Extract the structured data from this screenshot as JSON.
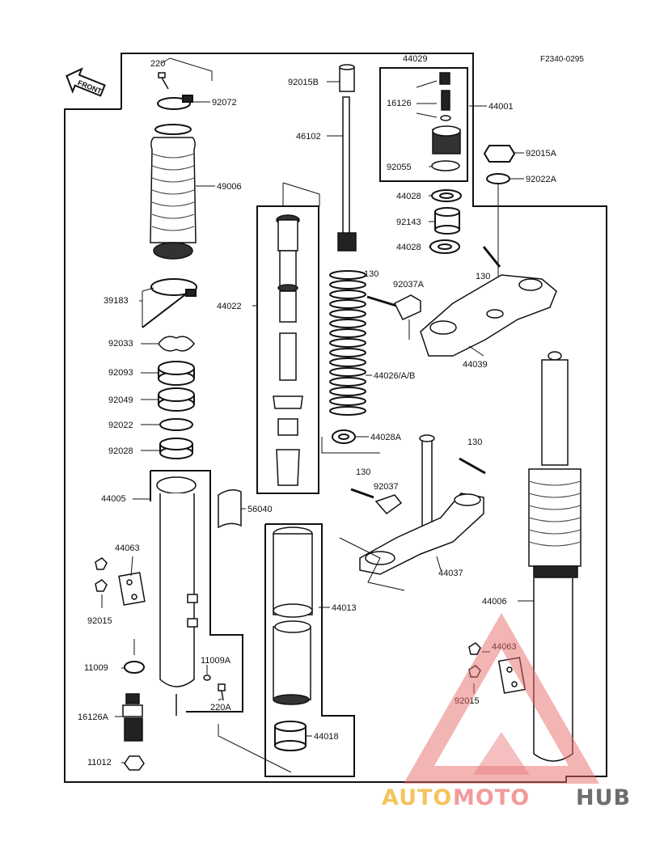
{
  "reference_code": "F2340-0295",
  "front_arrow_label": "FRONT",
  "parts": {
    "p220": "220",
    "p92072": "92072",
    "p49006": "49006",
    "p39183": "39183",
    "p92033": "92033",
    "p92093": "92093",
    "p92049": "92049",
    "p92022": "92022",
    "p92028": "92028",
    "p44005": "44005",
    "p44063_left": "44063",
    "p92015_left": "92015",
    "p11009": "11009",
    "p16126A": "16126A",
    "p11012": "11012",
    "p11009A": "11009A",
    "p220A": "220A",
    "p56040": "56040",
    "p44013": "44013",
    "p44018": "44018",
    "p44022": "44022",
    "p92015B": "92015B",
    "p46102": "46102",
    "p44026": "44026/A/B",
    "p44028A": "44028A",
    "p44029": "44029",
    "p16126": "16126",
    "p92055": "92055",
    "p44001": "44001",
    "p44028_upper": "44028",
    "p92143": "92143",
    "p44028_lower": "44028",
    "p92015A": "92015A",
    "p92022A": "92022A",
    "p130_a": "130",
    "p92037A": "92037A",
    "p130_b": "130",
    "p44039": "44039",
    "p130_c": "130",
    "p130_d": "130",
    "p92037": "92037",
    "p44037": "44037",
    "p44006": "44006",
    "p44063_right": "44063",
    "p92015_right": "92015"
  },
  "watermark": {
    "part1": "AUTO",
    "part2": "MOTO",
    "part3": "HUB",
    "color_auto": "#f4b942",
    "color_moto": "#f08a8a",
    "color_hub": "#555555",
    "triangle_color": "#e86a6a"
  }
}
